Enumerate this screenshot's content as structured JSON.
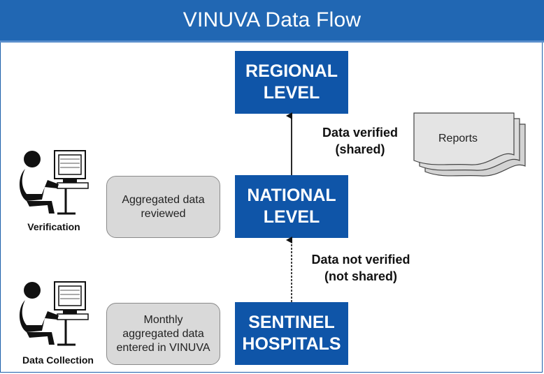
{
  "header": {
    "title": "VINUVA Data Flow"
  },
  "levels": {
    "regional": "REGIONAL\nLEVEL",
    "national": "NATIONAL\nLEVEL",
    "sentinel": "SENTINEL\nHOSPITALS"
  },
  "notes": {
    "national": "Aggregated data\nreviewed",
    "sentinel": "Monthly\naggregated data\nentered in VINUVA"
  },
  "arrows": {
    "upper": "Data verified\n(shared)",
    "lower": "Data not verified\n(not shared)"
  },
  "reports": {
    "label": "Reports"
  },
  "people": {
    "verification": {
      "label": "Verification",
      "icon": "person-at-computer-icon"
    },
    "collection": {
      "label": "Data Collection",
      "icon": "person-at-computer-icon"
    }
  },
  "colors": {
    "header": "#2167b3",
    "level_box": "#0f55a8",
    "note_box": "#d9d9d9"
  }
}
